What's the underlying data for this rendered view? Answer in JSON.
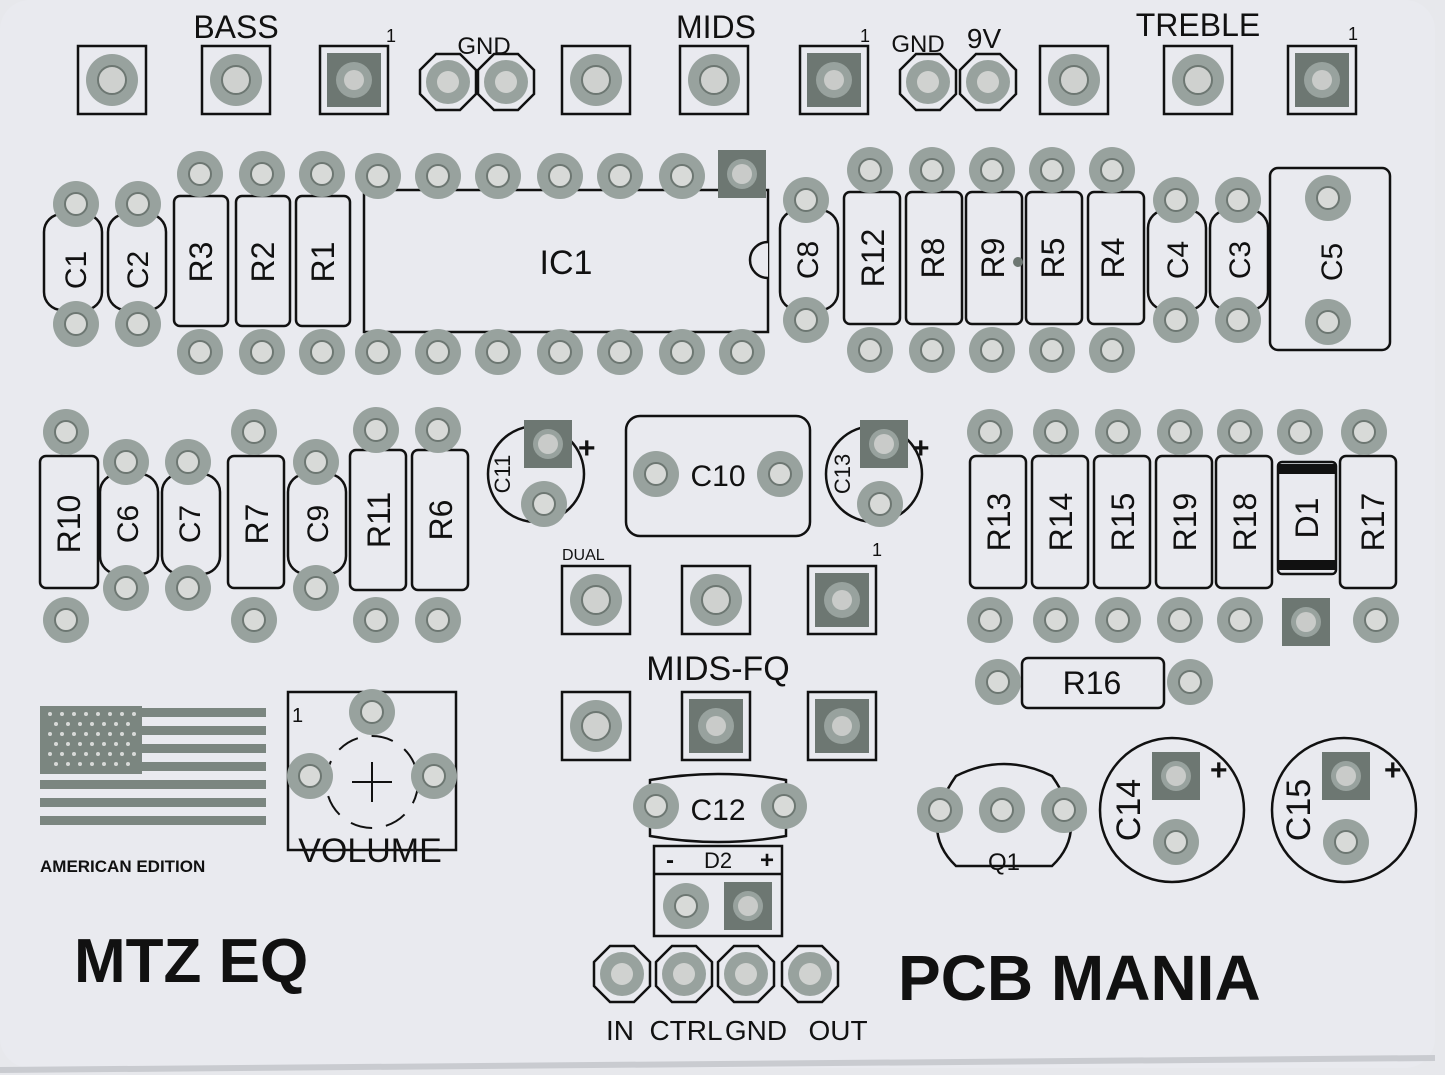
{
  "board": {
    "title": "MTZ EQ",
    "brand": "PCB MANIA",
    "edition": "AMERICAN EDITION",
    "colors": {
      "board": "#e9eaef",
      "silk": "#111111",
      "pad": "#98a29e",
      "copper": "#6d7772"
    }
  },
  "labels": {
    "bass": "BASS",
    "mids": "MIDS",
    "treble": "TREBLE",
    "gnd": "GND",
    "gnd2": "GND",
    "v9": "9V",
    "pin1": "1",
    "ic1": "IC1",
    "c1": "C1",
    "c2": "C2",
    "r3": "R3",
    "r2": "R2",
    "r1": "R1",
    "c8": "C8",
    "r12": "R12",
    "r8": "R8",
    "r9": "R9",
    "r5": "R5",
    "r4": "R4",
    "c4": "C4",
    "c3": "C3",
    "c5": "C5",
    "r10": "R10",
    "c6": "C6",
    "c7": "C7",
    "r7": "R7",
    "c9": "C9",
    "r11": "R11",
    "r6": "R6",
    "c11": "C11",
    "c10": "C10",
    "c13": "C13",
    "r13": "R13",
    "r14": "R14",
    "r15": "R15",
    "r19": "R19",
    "r18": "R18",
    "d1": "D1",
    "r17": "R17",
    "r16": "R16",
    "dual": "DUAL",
    "mids_fq": "MIDS-FQ",
    "volume": "VOLUME",
    "c12": "C12",
    "d2": "D2",
    "minus": "-",
    "plus": "+",
    "q1": "Q1",
    "c14": "C14",
    "c15": "C15",
    "in": "IN",
    "ctrl": "CTRL",
    "gnd3": "GND",
    "out": "OUT"
  }
}
